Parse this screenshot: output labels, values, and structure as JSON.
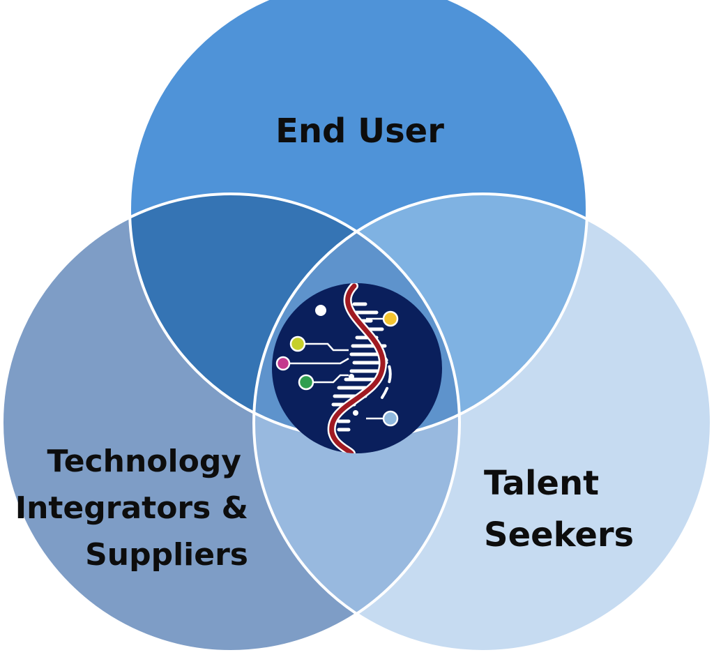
{
  "diagram": {
    "circles": [
      {
        "id": "end-user",
        "lines": [
          "End User"
        ],
        "color": "#4f93d8"
      },
      {
        "id": "technology-integrators",
        "lines": [
          "Technology",
          "Integrators &",
          "Suppliers"
        ],
        "color": "#7e9dc6"
      },
      {
        "id": "talent-seekers",
        "lines": [
          "Talent",
          "Seekers"
        ],
        "color": "#c6dbf1"
      }
    ],
    "overlap_colors": {
      "end_user_and_technology": "#3574b4",
      "end_user_and_talent": "#7fb2e2",
      "technology_and_talent": "#98b9df",
      "center": "#5e93cc"
    },
    "center_logo": {
      "icon": "dna-network-logo-icon",
      "background_color": "#0a1f5c",
      "helix_color": "#a11a22",
      "node_colors": [
        "#f4c430",
        "#c6cf2a",
        "#c43a8e",
        "#2f9e4f",
        "#8fb8dd",
        "#ffffff"
      ]
    }
  }
}
